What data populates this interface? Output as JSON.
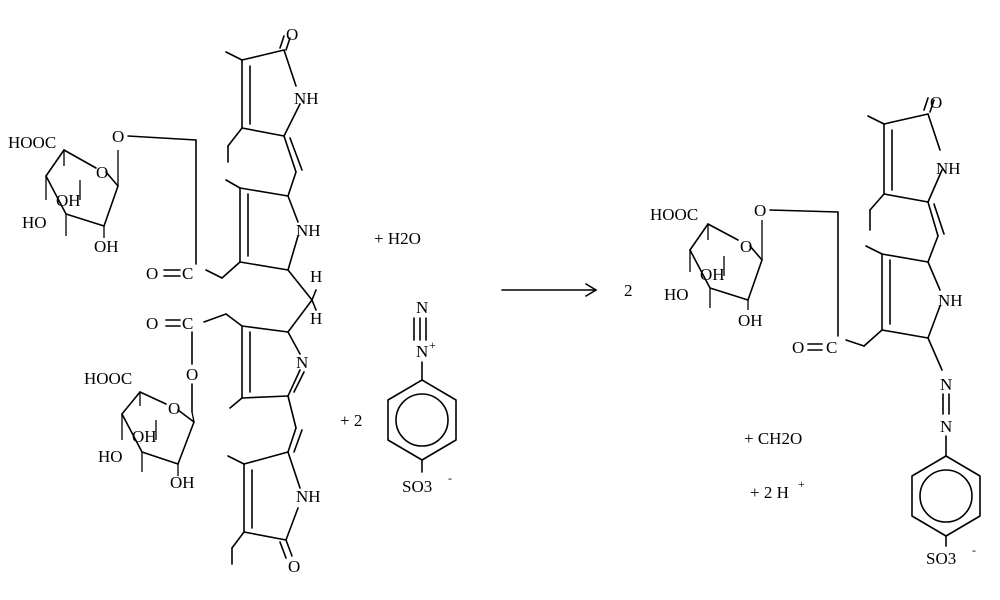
{
  "reactant": {
    "pyrrolone_top": {
      "oxo": "O",
      "nh": "NH"
    },
    "pyrrole_upper": {
      "nh": "NH",
      "h1": "H",
      "h2": "H"
    },
    "pyrroline": {
      "n": "N"
    },
    "pyrrolone_bottom": {
      "nh": "NH",
      "oxo": "O"
    },
    "sugar_upper": {
      "cooh": "HOOC",
      "ring_o": "O",
      "link_o": "O",
      "oh1": "OH",
      "oh2": "HO",
      "oh3": "OH"
    },
    "sugar_lower": {
      "cooh": "HOOC",
      "ring_o": "O",
      "link_o": "O",
      "oh1": "OH",
      "oh2": "HO",
      "oh3": "OH"
    },
    "ester_upper": "O",
    "ester_upper_c": "C",
    "ester_lower": "O",
    "ester_lower_c": "C"
  },
  "reagents": {
    "water": "+ H2O",
    "diazonium_coeff": "+ 2",
    "diazonium": {
      "n1": "N",
      "n2": "N",
      "charge": "+",
      "so3": "SO3",
      "so3_charge": "-"
    }
  },
  "arrow": {
    "coefficient": "2"
  },
  "product": {
    "pyrrolone": {
      "oxo": "O",
      "nh": "NH"
    },
    "pyrrole": {
      "nh": "NH"
    },
    "azo": {
      "n1": "N",
      "n2": "N"
    },
    "sugar": {
      "cooh": "HOOC",
      "ring_o": "O",
      "link_o": "O",
      "oh1": "OH",
      "oh2": "HO",
      "oh3": "OH"
    },
    "ester": "O",
    "ester_c": "C",
    "so3": "SO3",
    "so3_charge": "-"
  },
  "byproducts": {
    "formaldehyde": "+ CH2O",
    "protons": "+ 2 H",
    "protons_charge": "+"
  }
}
